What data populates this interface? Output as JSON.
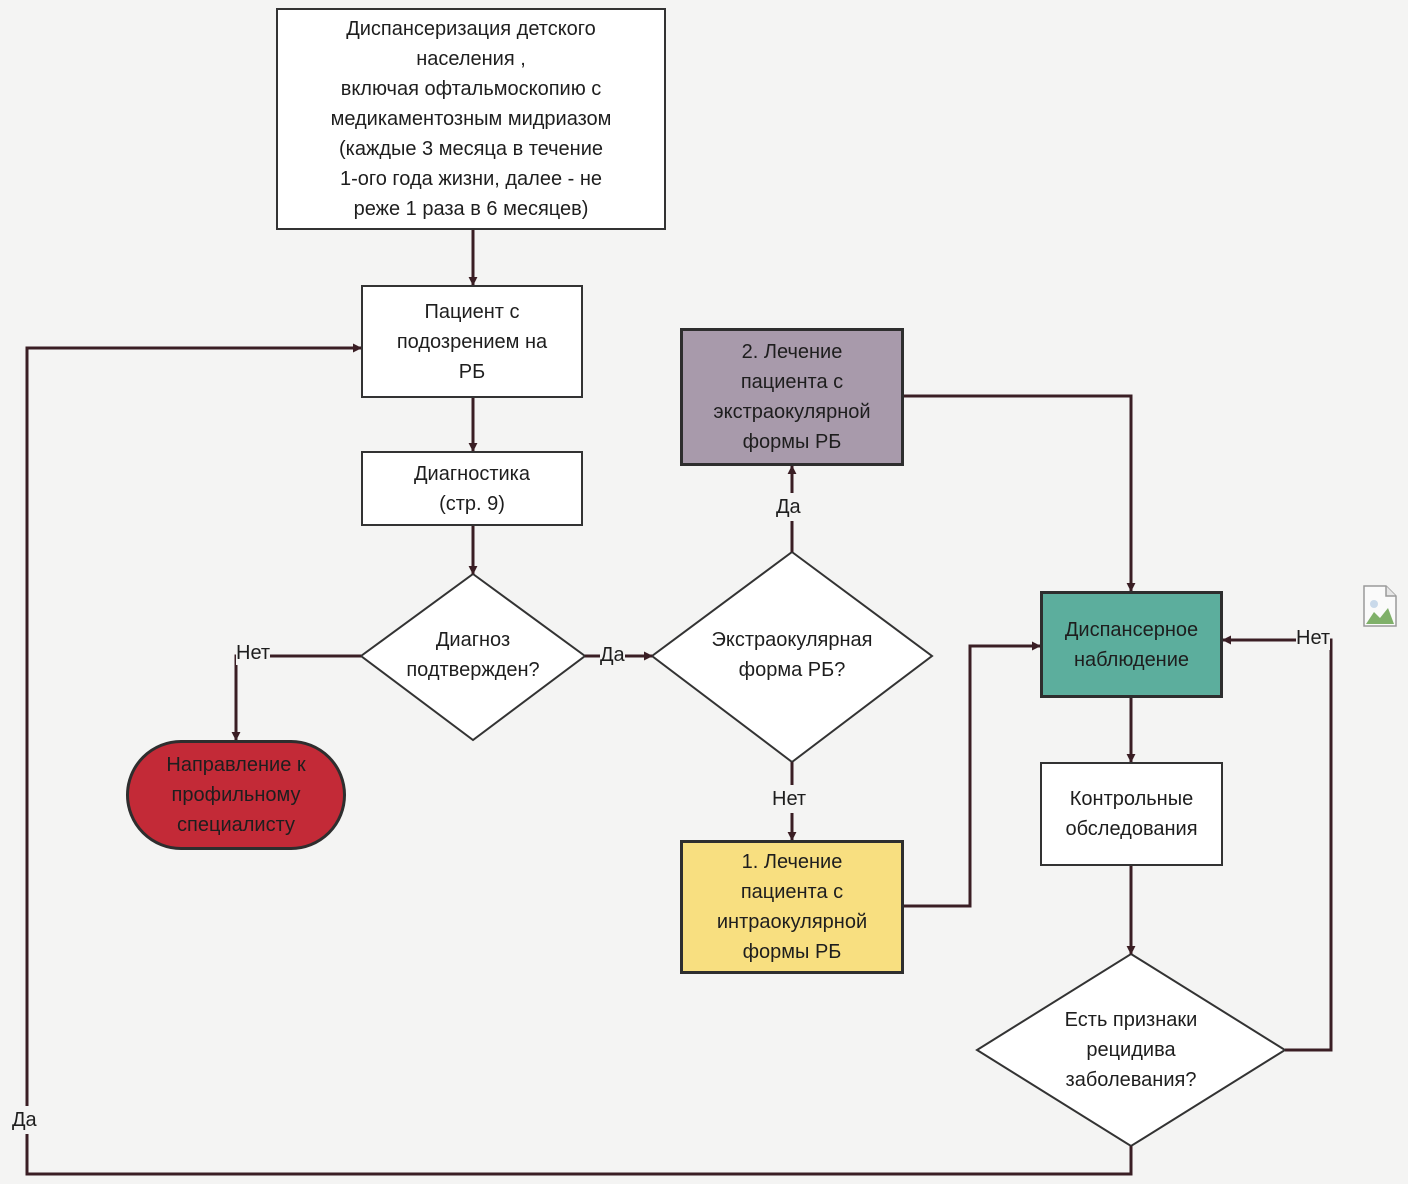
{
  "nodes": {
    "screening": "Диспансеризация детского\nнаселения ,\nвключая офтальмоскопию с\nмедикаментозным мидриазом\n(каждые 3 месяца в течение\n1-ого года жизни, далее - не\nреже 1 раза в 6 месяцев)",
    "suspected": "Пациент с\nподозрением на\nРБ",
    "diagnostics": "Диагностика\n(стр. 9)",
    "confirmed": "Диагноз\nподтвержден?",
    "referral": "Направление к\nпрофильному\nспециалисту",
    "extraocular_q": "Экстраокулярная\nформа РБ?",
    "treat_extra": "2. Лечение\nпациента с\nэкстраокулярной\nформы РБ",
    "treat_intra": "1. Лечение\nпациента с\nинтраокулярной\nформы РБ",
    "followup": "Диспансерное\nнаблюдение",
    "control": "Контрольные\nобследования",
    "relapse_q": "Есть признаки\nрецидива\nзаболевания?"
  },
  "edge_labels": {
    "no_confirmed": "Нет",
    "yes_confirmed": "Да",
    "yes_extra": "Да",
    "no_extra": "Нет",
    "no_relapse": "Нет",
    "yes_relapse": "Да"
  },
  "colors": {
    "extraocular_fill": "#a89aab",
    "followup_fill": "#5cae9d",
    "intraocular_fill": "#f8df80",
    "referral_fill": "#c32a37",
    "connector": "#3a1e24"
  },
  "icons": {
    "corner": "broken-image-icon"
  }
}
